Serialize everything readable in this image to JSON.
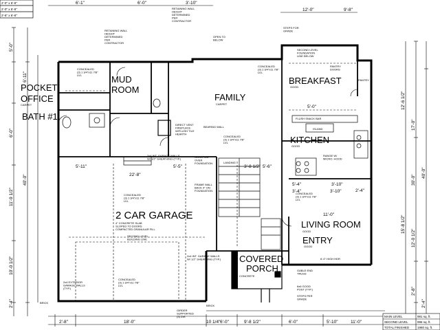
{
  "schedule": [
    "2'-0\" x 6'-8\"",
    "2'-0\" x 6'-8\"",
    "2'-6\" x 6'-8\""
  ],
  "rooms": {
    "pocket_office": "POCKET\nOFFICE",
    "pocket_office_floor": "CARPET",
    "bath1": "BATH #1",
    "mud_room": "MUD\nROOM",
    "family": "FAMILY",
    "family_floor": "CARPET",
    "breakfast": "BREAKFAST",
    "breakfast_floor": "GOOD",
    "kitchen": "KITCHEN",
    "kitchen_floor": "GOOD",
    "garage": "2 CAR GARAGE",
    "living": "LIVING ROOM",
    "living_floor": "GOOD",
    "entry": "ENTRY",
    "entry_floor": "GOOD",
    "porch": "COVERED\nPORCH",
    "porch_floor": "CONCRETE",
    "landing": "LANDING",
    "pantry": "PANTRY"
  },
  "notes": {
    "retaining_top": "RETAINING WALL\nHEIGHT\nDETERMINED\nPER\nCONTRACTOR",
    "retaining_left": "RETAINING WALL\nHEIGHT\nDETERMINED\nPER\nCONTRACTOR",
    "open_below": "OPEN TO\nBELOW",
    "steps_grade": "STEPS FOR\nGRADE",
    "second_level_foundation": "SECOND LEVEL\nFOUNDATION\nLINE BELOW",
    "pantry_doors": "PANTRY\nDOORS",
    "concealed": "CONCEALED\n(3) 1 3/4\"x11 7/8\"\nLVL",
    "flush_bar": "FLUSH SNACK BAR",
    "island": "ISLAND",
    "range": "RANGE W/\nMICRO. HOOD",
    "direct_vent": "DIRECT VENT\nFIREPLACE\nW/FLUSH TILE\nHEARTH",
    "bearing_wall": "BEARING WALL",
    "garage_walls": "2x4 INT. GARAGE WALLS\nW/ 1/2\" SHEATHING (TYP.)",
    "good_cap": "GOOD CAP\nOVER\nFOUNDATION",
    "frame_wall": "FRAME WALL\nBACK 4\" ON\nFOUNDATION",
    "slab": "4\" CONCRETE SLAB\nSLOPED TO DOORS\nCOMPACTED GRANULAR FILL",
    "second_level_line": "SECOND LEVEL\nBUILDING LINE",
    "ext_walls": "2x4 EXTERIOR\nGARAGE WALLS\n(TYP.)",
    "girder": "GIRDER\nSUPPORTED\n(3) 2x8",
    "brick": "BRICK",
    "gable_end": "GABLE END\nTRUSS",
    "good_post": "6x6 GOOD\nPOST (TYP.)",
    "steps_grade_bottom": "STEPS PER\nGRADE",
    "high_hdr": "6'-0\" HIGH HDR"
  },
  "dims": {
    "top": [
      "6'-1\"",
      "6'-0\"",
      "3'-10\"",
      "12'-0\"",
      "9'-8\""
    ],
    "left": [
      "5'-0\"",
      "6'-0\"",
      "40'-0\"",
      "11'-9 1/2\"",
      "10'-0 1/2\"",
      "2'-4\"",
      "6'-11\""
    ],
    "right": [
      "12'-6 1/2\"",
      "17'-0\"",
      "30'-0\"",
      "40'-0\"",
      "15'-8 1/2\"",
      "12'-0 1/2\"",
      "2'-8\"",
      "2'-4\""
    ],
    "bottom": [
      "2'-8\"",
      "18'-0\"",
      "10 1/4\"",
      "6'-0\"",
      "9'-8 1/2\"",
      "6'-0\"",
      "5'-10\"",
      "11'-0\""
    ],
    "interior": [
      "5'-11\"",
      "22'-8\"",
      "5'-5\"",
      "5'-6\"",
      "3'-8 1/2\"",
      "5'-0\"",
      "3'-4\"",
      "3'-10\"",
      "11'-0\"",
      "5'-4\"",
      "3'-10\"",
      "2'-4\""
    ]
  },
  "title_block": {
    "rows": [
      {
        "label": "MAIN LEVEL",
        "value": "981 sq. ft."
      },
      {
        "label": "SECOND LEVEL",
        "value": "996 sq. ft."
      },
      {
        "label": "TOTAL FINISHED",
        "value": "1980 sq. ft."
      }
    ]
  }
}
